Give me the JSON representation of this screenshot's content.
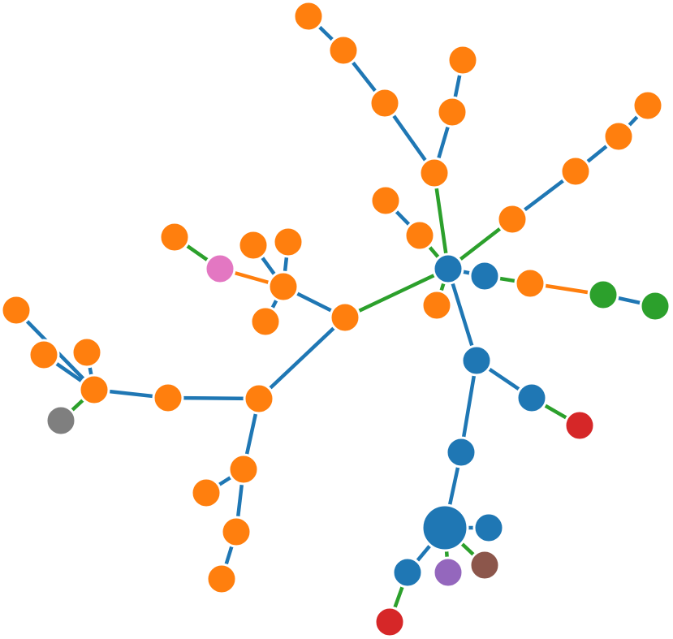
{
  "colors": {
    "blue": "#1f77b4",
    "orange": "#ff7f0e",
    "green": "#2ca02c",
    "red": "#d62728",
    "purple": "#9467bd",
    "brown": "#8c564b",
    "pink": "#e377c2",
    "gray": "#7f7f7f"
  },
  "nodes": [
    {
      "id": "n0",
      "group": "blue"
    },
    {
      "id": "n1",
      "group": "blue"
    },
    {
      "id": "n2",
      "group": "orange"
    },
    {
      "id": "n3",
      "group": "green"
    },
    {
      "id": "n4",
      "group": "green"
    },
    {
      "id": "n5",
      "group": "orange"
    },
    {
      "id": "n6",
      "group": "orange"
    },
    {
      "id": "n7",
      "group": "orange"
    },
    {
      "id": "n8",
      "group": "orange"
    },
    {
      "id": "n9",
      "group": "orange"
    },
    {
      "id": "n10",
      "group": "orange"
    },
    {
      "id": "n11",
      "group": "orange"
    },
    {
      "id": "n12",
      "group": "orange"
    },
    {
      "id": "n13",
      "group": "orange"
    },
    {
      "id": "n14",
      "group": "orange"
    },
    {
      "id": "n15",
      "group": "orange"
    },
    {
      "id": "n16",
      "group": "orange"
    },
    {
      "id": "n17",
      "group": "orange"
    },
    {
      "id": "n18",
      "group": "orange"
    },
    {
      "id": "n19",
      "group": "orange"
    },
    {
      "id": "n20",
      "group": "orange"
    },
    {
      "id": "n21",
      "group": "orange"
    },
    {
      "id": "n22",
      "group": "pink"
    },
    {
      "id": "n23",
      "group": "orange"
    },
    {
      "id": "n24",
      "group": "orange"
    },
    {
      "id": "n25",
      "group": "orange"
    },
    {
      "id": "n26",
      "group": "orange"
    },
    {
      "id": "n27",
      "group": "orange"
    },
    {
      "id": "n28",
      "group": "orange"
    },
    {
      "id": "n29",
      "group": "orange"
    },
    {
      "id": "n30",
      "group": "orange"
    },
    {
      "id": "n31",
      "group": "gray"
    },
    {
      "id": "n32",
      "group": "orange"
    },
    {
      "id": "n33",
      "group": "orange"
    },
    {
      "id": "n34",
      "group": "orange"
    },
    {
      "id": "n35",
      "group": "orange"
    },
    {
      "id": "n36",
      "group": "blue"
    },
    {
      "id": "n37",
      "group": "blue"
    },
    {
      "id": "n38",
      "group": "red"
    },
    {
      "id": "n39",
      "group": "blue"
    },
    {
      "id": "n40",
      "group": "blue"
    },
    {
      "id": "n41",
      "group": "blue"
    },
    {
      "id": "n42",
      "group": "purple"
    },
    {
      "id": "n43",
      "group": "brown"
    },
    {
      "id": "n44",
      "group": "blue"
    },
    {
      "id": "n45",
      "group": "red"
    }
  ],
  "links": [
    {
      "source": "n0",
      "target": "n1",
      "group": "blue"
    },
    {
      "source": "n1",
      "target": "n2",
      "group": "green"
    },
    {
      "source": "n2",
      "target": "n3",
      "group": "orange"
    },
    {
      "source": "n3",
      "target": "n4",
      "group": "blue"
    },
    {
      "source": "n0",
      "target": "n5",
      "group": "green"
    },
    {
      "source": "n5",
      "target": "n6",
      "group": "blue"
    },
    {
      "source": "n6",
      "target": "n7",
      "group": "blue"
    },
    {
      "source": "n7",
      "target": "n8",
      "group": "blue"
    },
    {
      "source": "n0",
      "target": "n9",
      "group": "green"
    },
    {
      "source": "n9",
      "target": "n10",
      "group": "blue"
    },
    {
      "source": "n10",
      "target": "n11",
      "group": "blue"
    },
    {
      "source": "n11",
      "target": "n12",
      "group": "blue"
    },
    {
      "source": "n9",
      "target": "n13",
      "group": "blue"
    },
    {
      "source": "n13",
      "target": "n14",
      "group": "blue"
    },
    {
      "source": "n0",
      "target": "n15",
      "group": "green"
    },
    {
      "source": "n15",
      "target": "n16",
      "group": "blue"
    },
    {
      "source": "n0",
      "target": "n17",
      "group": "green"
    },
    {
      "source": "n0",
      "target": "n18",
      "group": "green"
    },
    {
      "source": "n18",
      "target": "n19",
      "group": "blue"
    },
    {
      "source": "n19",
      "target": "n20",
      "group": "blue"
    },
    {
      "source": "n20",
      "target": "n21",
      "group": "blue"
    },
    {
      "source": "n20",
      "target": "n22",
      "group": "orange"
    },
    {
      "source": "n22",
      "target": "n23",
      "group": "green"
    },
    {
      "source": "n20",
      "target": "n24",
      "group": "blue"
    },
    {
      "source": "n20",
      "target": "n25",
      "group": "blue"
    },
    {
      "source": "n18",
      "target": "n26",
      "group": "blue"
    },
    {
      "source": "n26",
      "target": "n27",
      "group": "blue"
    },
    {
      "source": "n27",
      "target": "n28",
      "group": "blue"
    },
    {
      "source": "n28",
      "target": "n29",
      "group": "blue"
    },
    {
      "source": "n28",
      "target": "n30",
      "group": "blue"
    },
    {
      "source": "n30",
      "target": "n35",
      "group": "blue"
    },
    {
      "source": "n28",
      "target": "n31",
      "group": "green"
    },
    {
      "source": "n26",
      "target": "n32",
      "group": "blue"
    },
    {
      "source": "n32",
      "target": "n33",
      "group": "blue"
    },
    {
      "source": "n32",
      "target": "n34",
      "group": "blue"
    },
    {
      "source": "n34",
      "target": "n19b",
      "group": "blue"
    },
    {
      "source": "n0",
      "target": "n36",
      "group": "blue"
    },
    {
      "source": "n36",
      "target": "n37",
      "group": "blue"
    },
    {
      "source": "n37",
      "target": "n38",
      "group": "green"
    },
    {
      "source": "n36",
      "target": "n39",
      "group": "blue"
    },
    {
      "source": "n39",
      "target": "n40",
      "group": "blue"
    },
    {
      "source": "n40",
      "target": "n41",
      "group": "blue"
    },
    {
      "source": "n40",
      "target": "n42",
      "group": "green"
    },
    {
      "source": "n40",
      "target": "n43",
      "group": "green"
    },
    {
      "source": "n40",
      "target": "n44",
      "group": "blue"
    },
    {
      "source": "n44",
      "target": "n45",
      "group": "green"
    }
  ]
}
